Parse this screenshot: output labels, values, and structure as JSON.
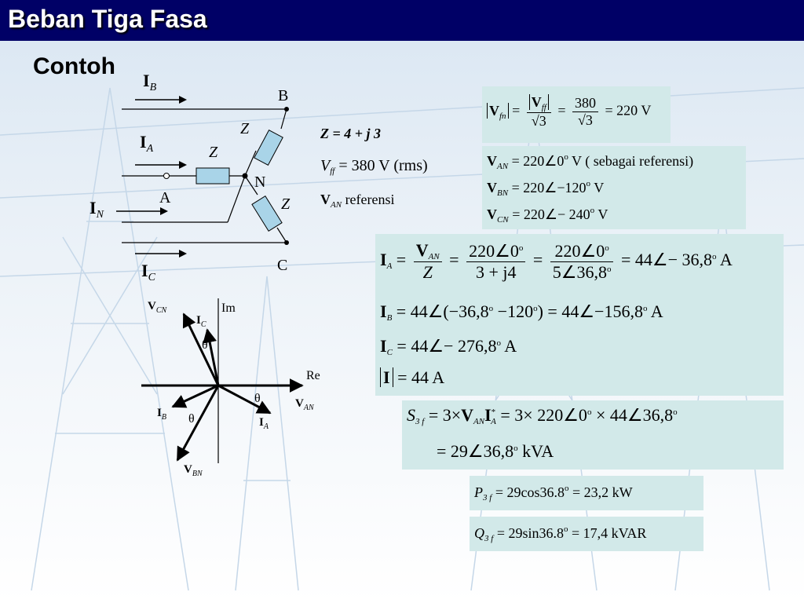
{
  "header": {
    "title": "Beban Tiga Fasa"
  },
  "slide": {
    "subtitle": "Contoh"
  },
  "circuit": {
    "current_prefix": "I",
    "ib_sub": "B",
    "ia_sub": "A",
    "in_sub": "N",
    "ic_sub": "C",
    "node_b": "B",
    "node_a": "A",
    "node_n": "N",
    "node_c": "C",
    "impedance_label": "Z"
  },
  "givens": {
    "impedance": "Z = 4 + j 3",
    "vff_sym": "V",
    "vff_sub": "ff",
    "vff_val": "= 380 V (rms)",
    "vref_sym": "V",
    "vref_sub": "AN",
    "vref_text": "referensi"
  },
  "phasor": {
    "im": "Im",
    "re": "Re",
    "theta": "θ",
    "v": "V",
    "i": "I",
    "vcn_sub": "CN",
    "ic_sub": "C",
    "ib_sub": "B",
    "van_sub": "AN",
    "ia_sub": "A",
    "vbn_sub": "BN"
  },
  "eq_vfn": {
    "lhs_sym": "V",
    "lhs_sub": "fn",
    "eq": "=",
    "f1_num_sym": "V",
    "f1_num_sub": "ff",
    "f1_den": "√3",
    "f2_num": "380",
    "f2_den": "√3",
    "rhs": "= 220  V"
  },
  "eq_phase": {
    "van_sub": "AN",
    "van_val": "= 220∠0",
    "van_unit": " V ( sebagai referensi)",
    "vbn_sub": "BN",
    "vbn_val": "= 220∠−120",
    "vcn_sub": "CN",
    "vcn_val": "= 220∠− 240",
    "unit": " V",
    "deg": "o"
  },
  "eq_current": {
    "ia_sub": "A",
    "f1_num_sub": "AN",
    "f1_den": "Z",
    "f2_num": "220∠0",
    "f2_den": "3 + j4",
    "f3_num": "220∠0",
    "f3_den": "5∠36,8",
    "ia_result": "= 44∠− 36,8",
    "unit_a": " A",
    "ib_sub": "B",
    "ib_expr_a": "= 44∠(−36,8",
    "ib_expr_b": " −120",
    "ib_expr_c": ") = 44∠−156,8",
    "ic_sub": "C",
    "ic_expr": "= 44∠− 276,8",
    "mag": "= 44  A",
    "deg": "o"
  },
  "eq_power": {
    "s_sym": "S",
    "s_sub": "3 f",
    "line1": "= 3×",
    "van_sub": "AN",
    "ia_sub": "A",
    "star": "*",
    "line1_rest": " = 3× 220∠0",
    "times": " × 44∠36,8",
    "line2": "= 29∠36,8",
    "unit": "  kVA",
    "deg": "o"
  },
  "eq_p": {
    "sym": "P",
    "sub": "3 f",
    "expr": "= 29cos36.8",
    "rest": " = 23,2  kW",
    "deg": "o"
  },
  "eq_q": {
    "sym": "Q",
    "sub": "3 f",
    "expr": "= 29sin36.8",
    "rest": " = 17,4  kVAR",
    "deg": "o"
  }
}
